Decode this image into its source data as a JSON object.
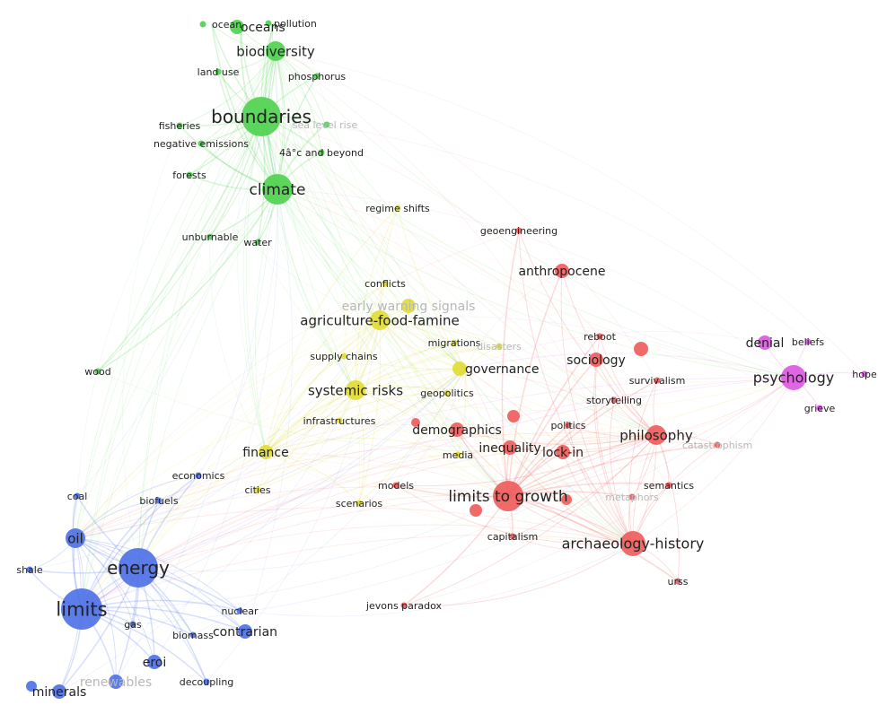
{
  "network": {
    "type": "co-occurrence-map",
    "clusters": [
      {
        "name": "green",
        "color": "#4cd24c"
      },
      {
        "name": "yellow",
        "color": "#e1dc32"
      },
      {
        "name": "red",
        "color": "#ef5a5a"
      },
      {
        "name": "blue",
        "color": "#4b6fe6"
      },
      {
        "name": "purple",
        "color": "#dc55e1"
      }
    ],
    "nodes": [
      {
        "id": "ocean",
        "label": "ocean",
        "cluster": "green",
        "weight": 1
      },
      {
        "id": "oceans",
        "label": "oceans",
        "cluster": "green",
        "weight": 2
      },
      {
        "id": "pollution",
        "label": "pollution",
        "cluster": "green",
        "weight": 1
      },
      {
        "id": "biodiversity",
        "label": "biodiversity",
        "cluster": "green",
        "weight": 3
      },
      {
        "id": "landuse",
        "label": "land use",
        "cluster": "green",
        "weight": 1
      },
      {
        "id": "phosphorus",
        "label": "phosphorus",
        "cluster": "green",
        "weight": 1
      },
      {
        "id": "boundaries",
        "label": "boundaries",
        "cluster": "green",
        "weight": 6
      },
      {
        "id": "fisheries",
        "label": "fisheries",
        "cluster": "green",
        "weight": 1
      },
      {
        "id": "sealevel",
        "label": "sea level rise",
        "cluster": "green",
        "weight": 1,
        "faded": true
      },
      {
        "id": "negemissions",
        "label": "negative emissions",
        "cluster": "green",
        "weight": 1
      },
      {
        "id": "fourdeg",
        "label": "4â°c and beyond",
        "cluster": "green",
        "weight": 1
      },
      {
        "id": "forests",
        "label": "forests",
        "cluster": "green",
        "weight": 1
      },
      {
        "id": "climate",
        "label": "climate",
        "cluster": "green",
        "weight": 5
      },
      {
        "id": "unburnable",
        "label": "unburnable",
        "cluster": "green",
        "weight": 1
      },
      {
        "id": "water",
        "label": "water",
        "cluster": "green",
        "weight": 1
      },
      {
        "id": "wood",
        "label": "wood",
        "cluster": "green",
        "weight": 1
      },
      {
        "id": "regimeshifts",
        "label": "regime shifts",
        "cluster": "yellow",
        "weight": 1
      },
      {
        "id": "conflicts",
        "label": "conflicts",
        "cluster": "yellow",
        "weight": 1
      },
      {
        "id": "earlywarning",
        "label": "early warning signals",
        "cluster": "yellow",
        "weight": 2,
        "faded": true
      },
      {
        "id": "agriculture",
        "label": "agriculture-food-famine",
        "cluster": "yellow",
        "weight": 3
      },
      {
        "id": "migrations",
        "label": "migrations",
        "cluster": "yellow",
        "weight": 1
      },
      {
        "id": "disasters",
        "label": "disasters",
        "cluster": "yellow",
        "weight": 1,
        "faded": true
      },
      {
        "id": "supplychains",
        "label": "supply chains",
        "cluster": "yellow",
        "weight": 1
      },
      {
        "id": "governance",
        "label": "governance",
        "cluster": "yellow",
        "weight": 2
      },
      {
        "id": "systemicrisks",
        "label": "systemic risks",
        "cluster": "yellow",
        "weight": 3
      },
      {
        "id": "geopolitics",
        "label": "geopolitics",
        "cluster": "yellow",
        "weight": 1
      },
      {
        "id": "infrastructures",
        "label": "infrastructures",
        "cluster": "yellow",
        "weight": 1
      },
      {
        "id": "finance",
        "label": "finance",
        "cluster": "yellow",
        "weight": 2
      },
      {
        "id": "media",
        "label": "media",
        "cluster": "yellow",
        "weight": 1
      },
      {
        "id": "cities",
        "label": "cities",
        "cluster": "yellow",
        "weight": 1
      },
      {
        "id": "scenarios",
        "label": "scenarios",
        "cluster": "yellow",
        "weight": 1
      },
      {
        "id": "geoengineering",
        "label": "geoengineering",
        "cluster": "red",
        "weight": 1
      },
      {
        "id": "anthropocene",
        "label": "anthropocene",
        "cluster": "red",
        "weight": 2
      },
      {
        "id": "reboot",
        "label": "reboot",
        "cluster": "red",
        "weight": 1
      },
      {
        "id": "sociology",
        "label": "sociology",
        "cluster": "red",
        "weight": 2
      },
      {
        "id": "survivalism",
        "label": "survivalism",
        "cluster": "red",
        "weight": 1
      },
      {
        "id": "storytelling",
        "label": "storytelling",
        "cluster": "red",
        "weight": 1
      },
      {
        "id": "politics",
        "label": "politics",
        "cluster": "red",
        "weight": 1
      },
      {
        "id": "demographics",
        "label": "demographics",
        "cluster": "red",
        "weight": 2
      },
      {
        "id": "philosophy",
        "label": "philosophy",
        "cluster": "red",
        "weight": 3
      },
      {
        "id": "catastrophism",
        "label": "catastrophism",
        "cluster": "red",
        "weight": 1,
        "faded": true
      },
      {
        "id": "inequality",
        "label": "inequality",
        "cluster": "red",
        "weight": 2
      },
      {
        "id": "lockin",
        "label": "lock-in",
        "cluster": "red",
        "weight": 2
      },
      {
        "id": "models",
        "label": "models",
        "cluster": "red",
        "weight": 1
      },
      {
        "id": "limitsgrowth",
        "label": "limits to growth",
        "cluster": "red",
        "weight": 5
      },
      {
        "id": "semantics",
        "label": "semantics",
        "cluster": "red",
        "weight": 1
      },
      {
        "id": "metaphors",
        "label": "metaphors",
        "cluster": "red",
        "weight": 1,
        "faded": true
      },
      {
        "id": "capitalism",
        "label": "capitalism",
        "cluster": "red",
        "weight": 1
      },
      {
        "id": "archaeology",
        "label": "archaeology-history",
        "cluster": "red",
        "weight": 4
      },
      {
        "id": "urss",
        "label": "urss",
        "cluster": "red",
        "weight": 1
      },
      {
        "id": "jevons",
        "label": "jevons paradox",
        "cluster": "red",
        "weight": 1
      },
      {
        "id": "denial",
        "label": "denial",
        "cluster": "purple",
        "weight": 2
      },
      {
        "id": "beliefs",
        "label": "beliefs",
        "cluster": "purple",
        "weight": 1
      },
      {
        "id": "psychology",
        "label": "psychology",
        "cluster": "purple",
        "weight": 4
      },
      {
        "id": "hope",
        "label": "hope",
        "cluster": "purple",
        "weight": 1
      },
      {
        "id": "grieve",
        "label": "grieve",
        "cluster": "purple",
        "weight": 1
      },
      {
        "id": "economics",
        "label": "economics",
        "cluster": "blue",
        "weight": 1
      },
      {
        "id": "coal",
        "label": "coal",
        "cluster": "blue",
        "weight": 1
      },
      {
        "id": "biofuels",
        "label": "biofuels",
        "cluster": "blue",
        "weight": 1
      },
      {
        "id": "oil",
        "label": "oil",
        "cluster": "blue",
        "weight": 3
      },
      {
        "id": "shale",
        "label": "shale",
        "cluster": "blue",
        "weight": 1
      },
      {
        "id": "energy",
        "label": "energy",
        "cluster": "blue",
        "weight": 6
      },
      {
        "id": "limits",
        "label": "limits",
        "cluster": "blue",
        "weight": 7
      },
      {
        "id": "nuclear",
        "label": "nuclear",
        "cluster": "blue",
        "weight": 1
      },
      {
        "id": "gas",
        "label": "gas",
        "cluster": "blue",
        "weight": 1
      },
      {
        "id": "biomass",
        "label": "biomass",
        "cluster": "blue",
        "weight": 1
      },
      {
        "id": "contrarian",
        "label": "contrarian",
        "cluster": "blue",
        "weight": 2
      },
      {
        "id": "eroi",
        "label": "eroi",
        "cluster": "blue",
        "weight": 2
      },
      {
        "id": "renewables",
        "label": "renewables",
        "cluster": "blue",
        "weight": 2,
        "faded": true
      },
      {
        "id": "decoupling",
        "label": "decoupling",
        "cluster": "blue",
        "weight": 1
      },
      {
        "id": "minerals",
        "label": "minerals",
        "cluster": "blue",
        "weight": 2
      }
    ]
  }
}
